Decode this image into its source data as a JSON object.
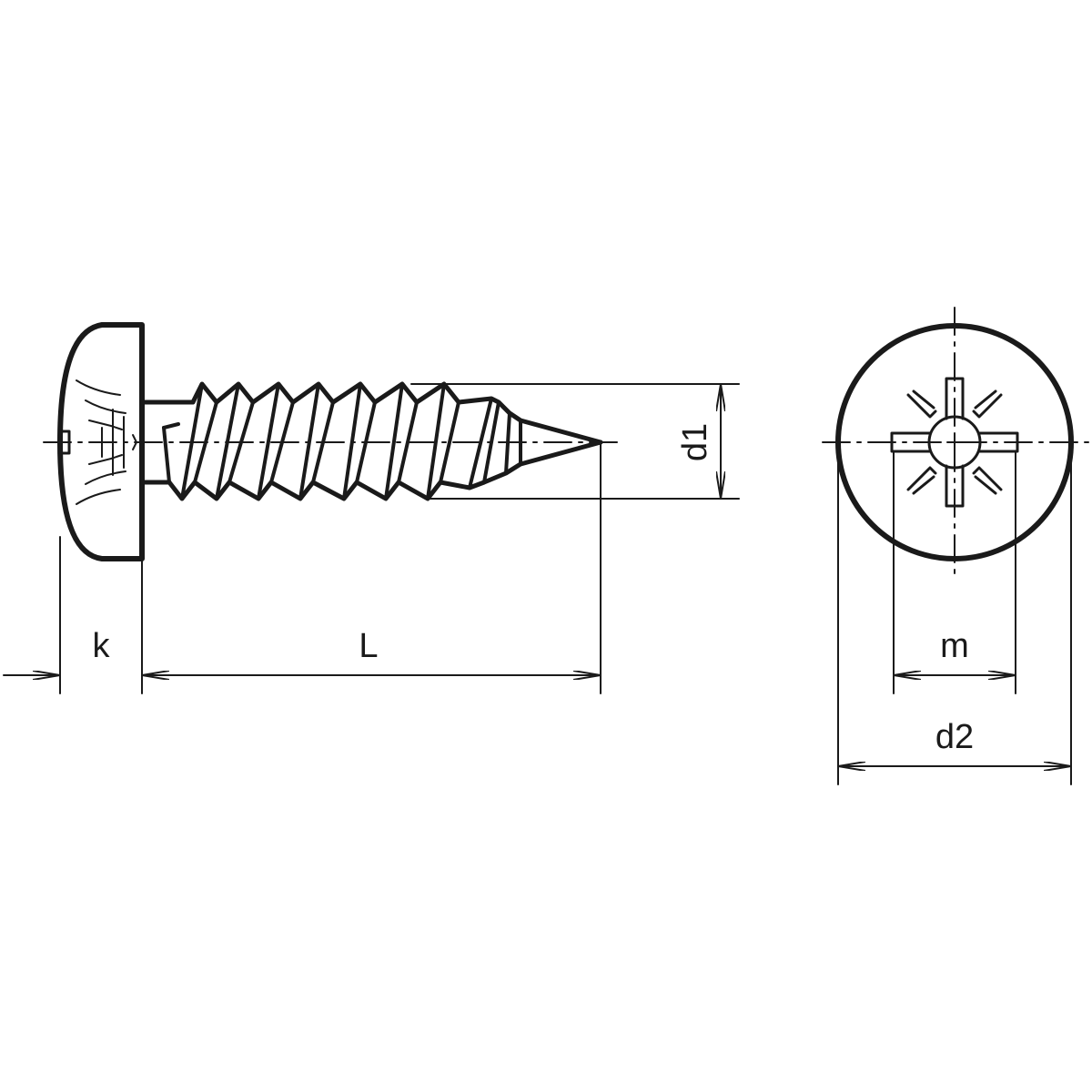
{
  "labels": {
    "head_height": "k",
    "length": "L",
    "thread_diameter": "d1",
    "recess_width": "m",
    "head_diameter": "d2"
  },
  "colors": {
    "line": "#1a1a1a",
    "background": "#ffffff"
  }
}
